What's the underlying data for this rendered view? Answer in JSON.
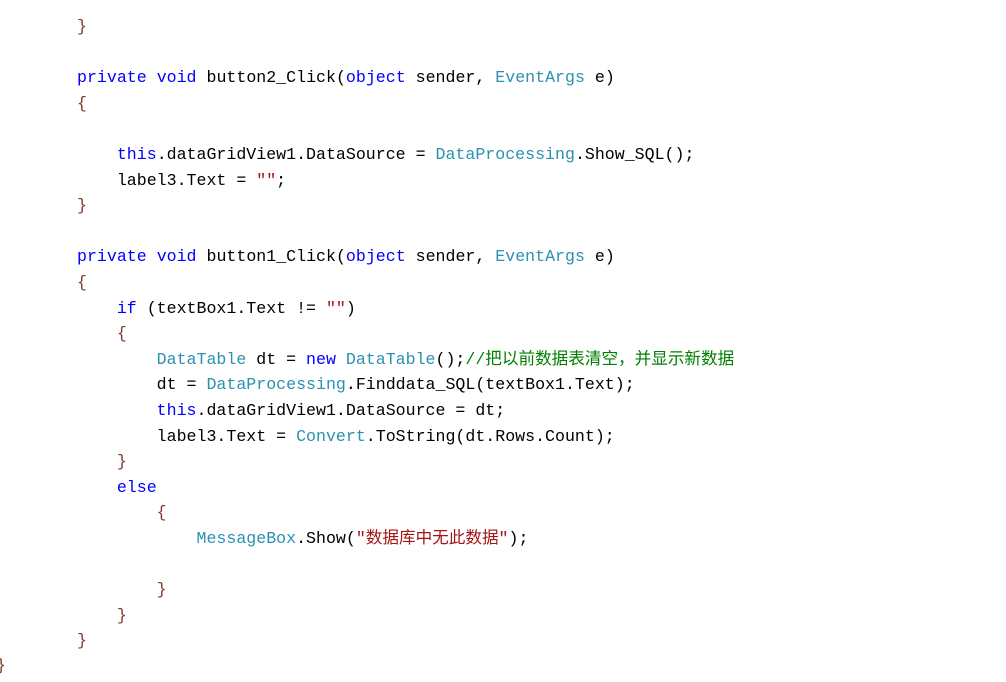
{
  "colors": {
    "keyword": "#0000ff",
    "type": "#2b91af",
    "string": "#a31515",
    "comment": "#008000"
  },
  "code_lines": [
    [
      [
        "brace",
        "}"
      ]
    ],
    [],
    [
      [
        "kw",
        "private"
      ],
      [
        "plain",
        " "
      ],
      [
        "kw",
        "void"
      ],
      [
        "plain",
        " button2_Click("
      ],
      [
        "kw",
        "object"
      ],
      [
        "plain",
        " sender, "
      ],
      [
        "type",
        "EventArgs"
      ],
      [
        "plain",
        " e)"
      ]
    ],
    [
      [
        "brace",
        "{"
      ]
    ],
    [],
    [
      [
        "plain",
        "    "
      ],
      [
        "kw",
        "this"
      ],
      [
        "plain",
        ".dataGridView1.DataSource = "
      ],
      [
        "type",
        "DataProcessing"
      ],
      [
        "plain",
        ".Show_SQL();"
      ]
    ],
    [
      [
        "plain",
        "    label3.Text = "
      ],
      [
        "str",
        "\"\""
      ],
      [
        "plain",
        ";"
      ]
    ],
    [
      [
        "brace",
        "}"
      ]
    ],
    [],
    [
      [
        "kw",
        "private"
      ],
      [
        "plain",
        " "
      ],
      [
        "kw",
        "void"
      ],
      [
        "plain",
        " button1_Click("
      ],
      [
        "kw",
        "object"
      ],
      [
        "plain",
        " sender, "
      ],
      [
        "type",
        "EventArgs"
      ],
      [
        "plain",
        " e)"
      ]
    ],
    [
      [
        "brace",
        "{"
      ]
    ],
    [
      [
        "plain",
        "    "
      ],
      [
        "kw",
        "if"
      ],
      [
        "plain",
        " (textBox1.Text != "
      ],
      [
        "str",
        "\"\""
      ],
      [
        "plain",
        ")"
      ]
    ],
    [
      [
        "plain",
        "    "
      ],
      [
        "brace",
        "{"
      ]
    ],
    [
      [
        "plain",
        "        "
      ],
      [
        "type",
        "DataTable"
      ],
      [
        "plain",
        " dt = "
      ],
      [
        "kw",
        "new"
      ],
      [
        "plain",
        " "
      ],
      [
        "type",
        "DataTable"
      ],
      [
        "plain",
        "();"
      ],
      [
        "cmt",
        "//把以前数据表清空，并显示新数据"
      ]
    ],
    [
      [
        "plain",
        "        dt = "
      ],
      [
        "type",
        "DataProcessing"
      ],
      [
        "plain",
        ".Finddata_SQL(textBox1.Text);"
      ]
    ],
    [
      [
        "plain",
        "        "
      ],
      [
        "kw",
        "this"
      ],
      [
        "plain",
        ".dataGridView1.DataSource = dt;"
      ]
    ],
    [
      [
        "plain",
        "        label3.Text = "
      ],
      [
        "type",
        "Convert"
      ],
      [
        "plain",
        ".ToString(dt.Rows.Count);"
      ]
    ],
    [
      [
        "plain",
        "    "
      ],
      [
        "brace",
        "}"
      ]
    ],
    [
      [
        "plain",
        "    "
      ],
      [
        "kw",
        "else"
      ]
    ],
    [
      [
        "plain",
        "        "
      ],
      [
        "brace",
        "{"
      ]
    ],
    [
      [
        "plain",
        "            "
      ],
      [
        "type",
        "MessageBox"
      ],
      [
        "plain",
        ".Show("
      ],
      [
        "str",
        "\"数据库中无此数据\""
      ],
      [
        "plain",
        ");"
      ]
    ],
    [],
    [
      [
        "plain",
        "        "
      ],
      [
        "brace",
        "}"
      ]
    ],
    [
      [
        "plain",
        "    "
      ],
      [
        "brace",
        "}"
      ]
    ],
    [
      [
        "brace",
        "}"
      ]
    ]
  ],
  "closing_brace": "}"
}
